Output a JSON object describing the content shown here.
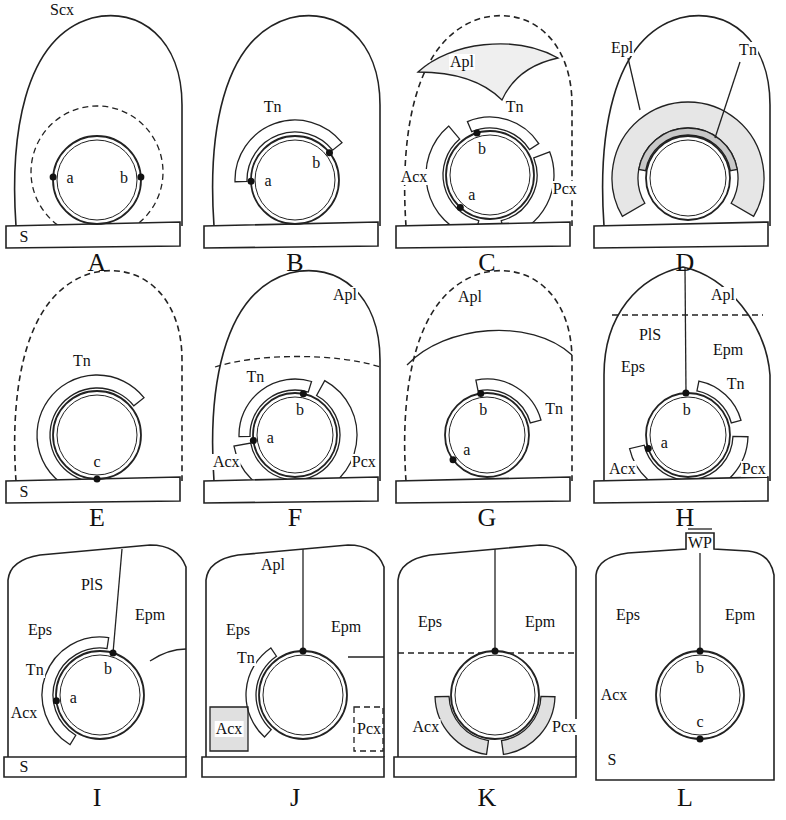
{
  "diagram": {
    "labels": [
      "Scx",
      "a",
      "b",
      "S",
      "A",
      "Tn",
      "a",
      "b",
      "B",
      "Apl",
      "Tn",
      "b",
      "Acx",
      "a",
      "Pcx",
      "C",
      "Epl",
      "Tn",
      "D",
      "Tn",
      "c",
      "S",
      "E",
      "Apl",
      "Tn",
      "b",
      "Acx",
      "a",
      "Pcx",
      "F",
      "Apl",
      "Tn",
      "b",
      "a",
      "G",
      "Apl",
      "PlS",
      "Epm",
      "Eps",
      "Tn",
      "b",
      "a",
      "Acx",
      "Pcx",
      "H",
      "PlS",
      "Eps",
      "Epm",
      "Tn",
      "b",
      "Acx",
      "a",
      "S",
      "I",
      "Apl",
      "Eps",
      "Epm",
      "Tn",
      "Acx",
      "Pcx",
      "J",
      "Eps",
      "Epm",
      "Acx",
      "Pcx",
      "K",
      "WP",
      "Eps",
      "Epm",
      "b",
      "Acx",
      "c",
      "S",
      "L"
    ]
  }
}
